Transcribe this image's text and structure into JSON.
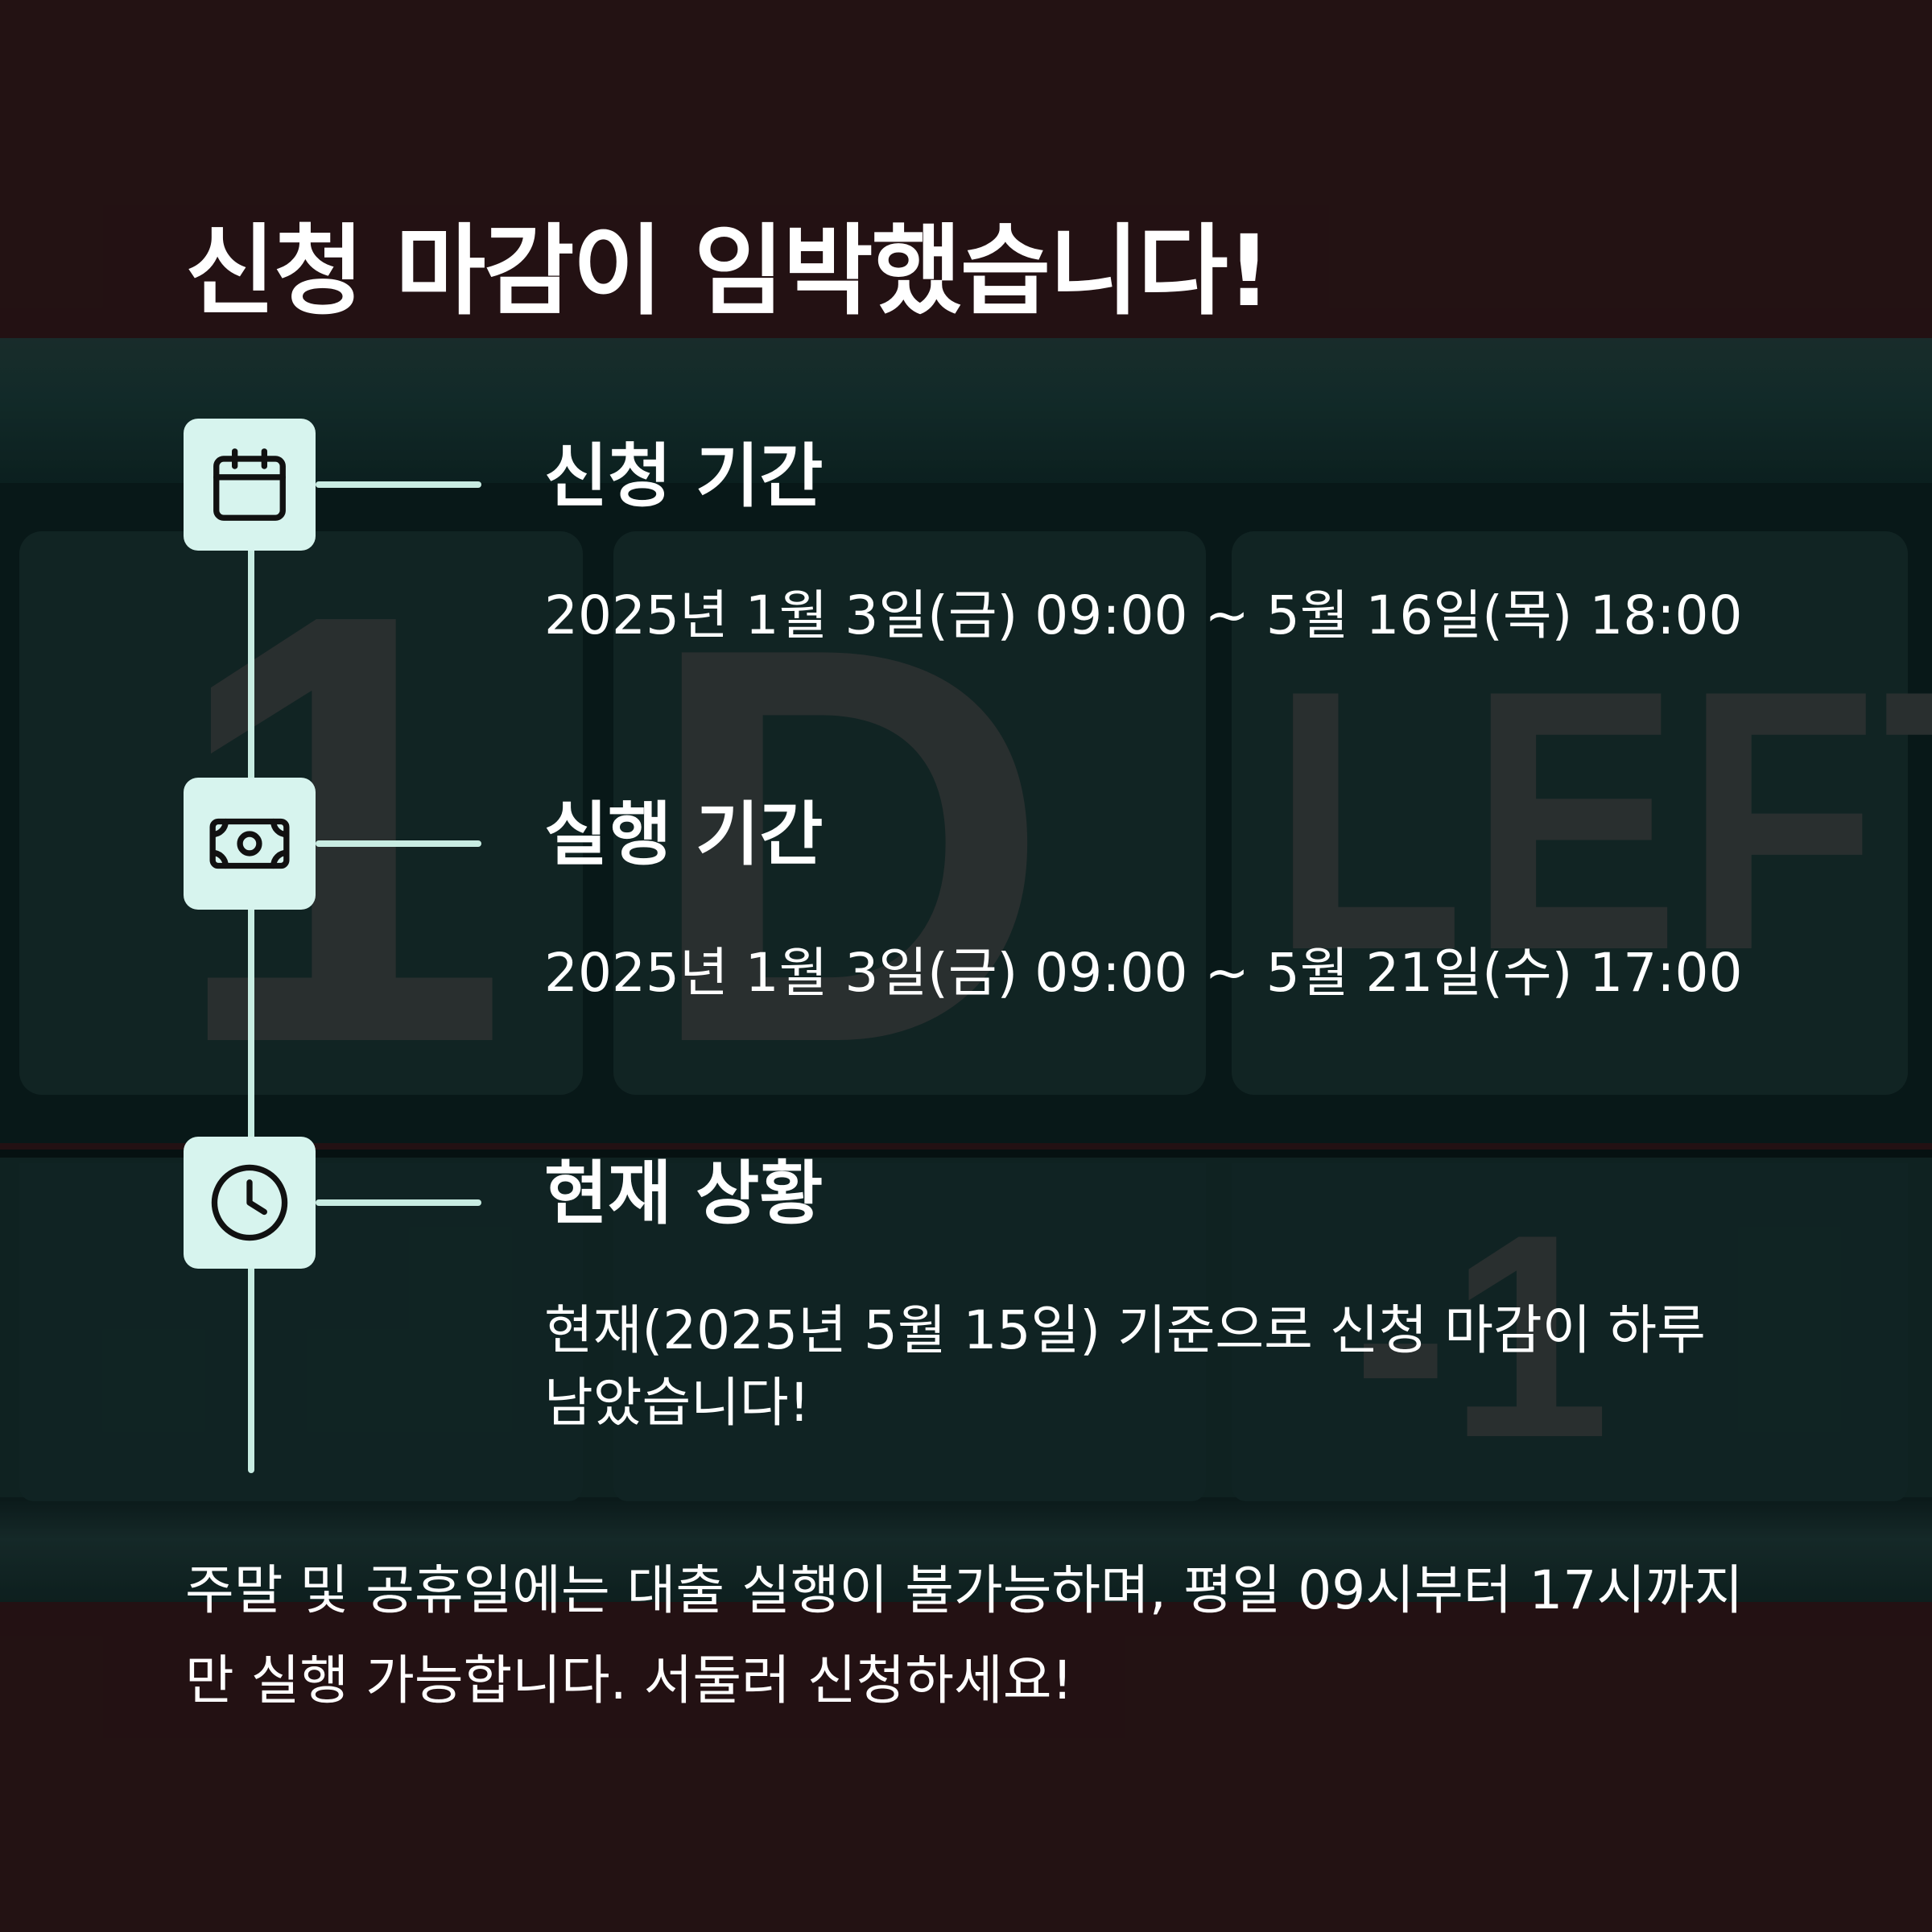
{
  "headline": "신청 마감이 임박했습니다!",
  "background": {
    "glyph_1": "1",
    "glyph_2": "D",
    "glyph_3": "LEFT",
    "glyph_4": "-1"
  },
  "steps": [
    {
      "icon": "calendar-icon",
      "title": "신청 기간",
      "text": "2025년 1월 3일(금) 09:00 ~ 5월 16일(목) 18:00"
    },
    {
      "icon": "money-icon",
      "title": "실행 기간",
      "text": "2025년 1월 3일(금) 09:00 ~ 5월 21일(수) 17:00"
    },
    {
      "icon": "clock-icon",
      "title": "현재 상황",
      "text": "현재(2025년 5월 15일) 기준으로 신청 마감이 하루 남았습니다!"
    }
  ],
  "footer_note": "주말 및 공휴일에는 대출 실행이 불가능하며, 평일 09시부터 17시까지만 실행 가능합니다. 서둘러 신청하세요!",
  "colors": {
    "page_background": "#2c1113",
    "board": "#0f2524",
    "icon_box": "#d7f4ee",
    "timeline": "#c8ece2",
    "text": "#ffffff"
  }
}
